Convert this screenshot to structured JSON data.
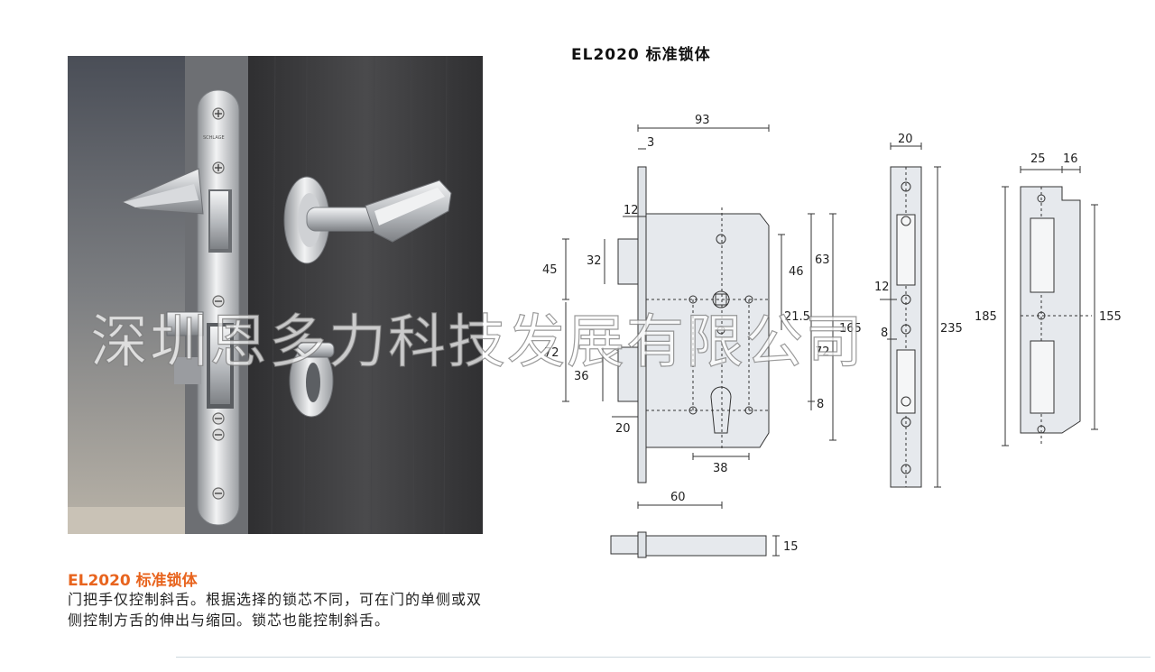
{
  "diagram": {
    "title": "EL2020 标准锁体",
    "dimensions": {
      "d93": "93",
      "d3": "3",
      "d12a": "12",
      "d32": "32",
      "d45": "45",
      "d46": "46",
      "d63": "63",
      "d21_5": "21.5",
      "d165": "165",
      "d72a": "72",
      "d72b": "72",
      "d36": "36",
      "d8a": "8",
      "d20a": "20",
      "d38": "38",
      "d60": "60",
      "d15": "15",
      "d20b": "20",
      "d12b": "12",
      "d8b": "8",
      "d235": "235",
      "d25": "25",
      "d16": "16",
      "d185": "185",
      "d155": "155"
    }
  },
  "caption": {
    "title": "EL2020 标准锁体",
    "body": "门把手仅控制斜舌。根据选择的锁芯不同，可在门的单侧或双侧控制方舌的伸出与缩回。锁芯也能控制斜舌。"
  },
  "photo": {
    "plate_brand": "SCHLAGE"
  },
  "watermark": "深圳恩多力科技发展有限公司",
  "colors": {
    "accent": "#e8641e",
    "part_fill": "#e6e9ed",
    "door_dark": "#3c3c3e"
  }
}
